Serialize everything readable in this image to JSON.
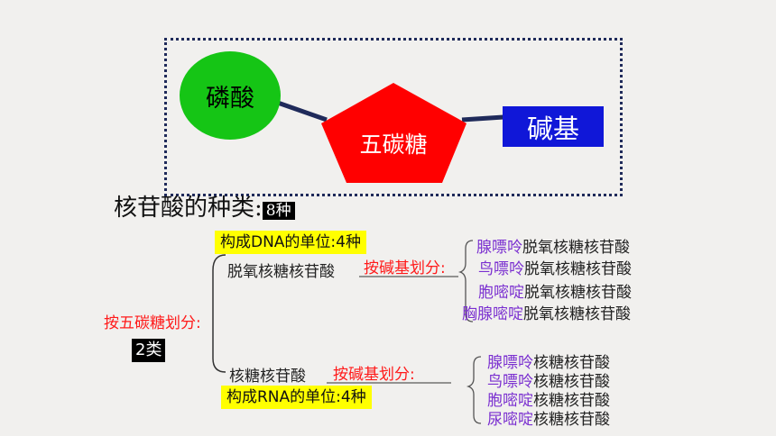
{
  "structure": {
    "phosphate": "磷酸",
    "sugar": "五碳糖",
    "base": "碱基"
  },
  "types": {
    "heading": "核苷酸的种类:",
    "count": "8种",
    "by_sugar_label": "按五碳糖划分:",
    "sugar_class_count": "2类",
    "dna": {
      "name": "脱氧核糖核苷酸",
      "unit_note": "构成DNA的单位:4种",
      "by_base_label": "按碱基划分:",
      "items": [
        {
          "base": "腺嘌呤",
          "rest": "脱氧核糖核苷酸"
        },
        {
          "base": "鸟嘌呤",
          "rest": "脱氧核糖核苷酸"
        },
        {
          "base": "胞嘧啶",
          "rest": "脱氧核糖核苷酸"
        },
        {
          "base": "胸腺嘧啶",
          "rest": "脱氧核糖核苷酸"
        }
      ]
    },
    "rna": {
      "name": "核糖核苷酸",
      "unit_note": "构成RNA的单位:4种",
      "by_base_label": "按碱基划分:",
      "items": [
        {
          "base": "腺嘌呤",
          "rest": "核糖核苷酸"
        },
        {
          "base": "鸟嘌呤",
          "rest": "核糖核苷酸"
        },
        {
          "base": "胞嘧啶",
          "rest": "核糖核苷酸"
        },
        {
          "base": "尿嘧啶",
          "rest": "核糖核苷酸"
        }
      ]
    }
  },
  "colors": {
    "phosphate": "#15c515",
    "sugar": "#ff0000",
    "base": "#1017d8",
    "highlight": "#ffff00",
    "base_name_text": "#7a2fd0",
    "classification_text": "#ff1a1a"
  }
}
